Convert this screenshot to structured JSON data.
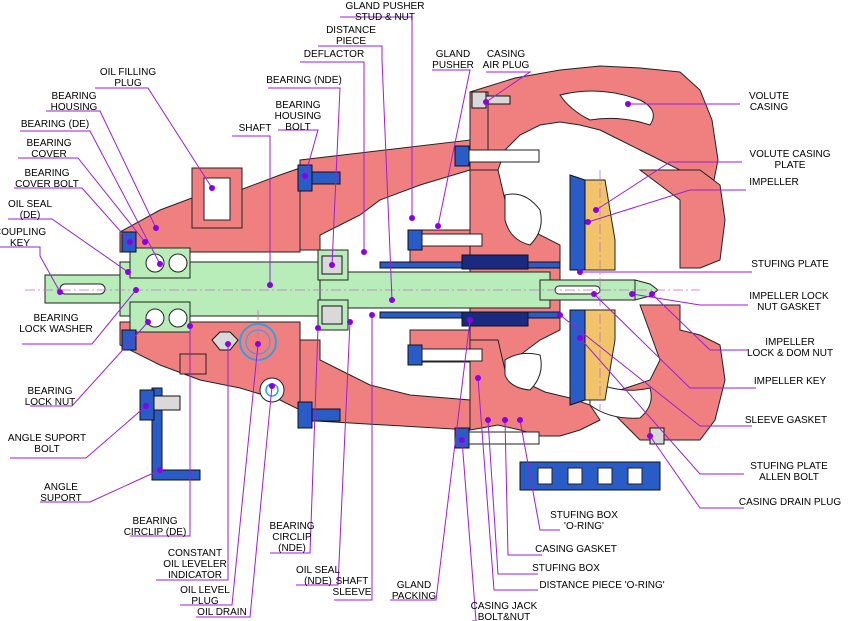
{
  "labels": [
    {
      "id": "gland-pusher-stud-nut",
      "lines": [
        "GLAND PUSHER",
        "STUD & NUT"
      ]
    },
    {
      "id": "distance-piece",
      "lines": [
        "DISTANCE",
        "PIECE"
      ]
    },
    {
      "id": "deflactor",
      "lines": [
        "DEFLACTOR"
      ]
    },
    {
      "id": "gland-pusher",
      "lines": [
        "GLAND",
        "PUSHER"
      ]
    },
    {
      "id": "casing-air-plug",
      "lines": [
        "CASING",
        "AIR PLUG"
      ]
    },
    {
      "id": "oil-filling-plug",
      "lines": [
        "OIL FILLING",
        "PLUG"
      ]
    },
    {
      "id": "bearing-nde",
      "lines": [
        "BEARING (NDE)"
      ]
    },
    {
      "id": "bearing-housing",
      "lines": [
        "BEARING",
        "HOUSING"
      ]
    },
    {
      "id": "bearing-housing-bolt",
      "lines": [
        "BEARING",
        "HOUSING",
        "BOLT"
      ]
    },
    {
      "id": "bearing-de",
      "lines": [
        "BEARING (DE)"
      ]
    },
    {
      "id": "shaft",
      "lines": [
        "SHAFT"
      ]
    },
    {
      "id": "bearing-cover",
      "lines": [
        "BEARING",
        "COVER"
      ]
    },
    {
      "id": "bearing-cover-bolt",
      "lines": [
        "BEARING",
        "COVER BOLT"
      ]
    },
    {
      "id": "oil-seal-de",
      "lines": [
        "OIL SEAL",
        "(DE)"
      ]
    },
    {
      "id": "coupling-key",
      "lines": [
        "COUPLING",
        "KEY"
      ]
    },
    {
      "id": "volute-casing",
      "lines": [
        "VOLUTE",
        "CASING"
      ]
    },
    {
      "id": "volute-casing-plate",
      "lines": [
        "VOLUTE CASING",
        "PLATE"
      ]
    },
    {
      "id": "impeller",
      "lines": [
        "IMPELLER"
      ]
    },
    {
      "id": "stufing-plate",
      "lines": [
        "STUFING PLATE"
      ]
    },
    {
      "id": "impeller-lock-nut-gasket",
      "lines": [
        "IMPELLER LOCK",
        "NUT GASKET"
      ]
    },
    {
      "id": "impeller-lock-dom-nut",
      "lines": [
        "IMPELLER",
        "LOCK & DOM NUT"
      ]
    },
    {
      "id": "impeller-key",
      "lines": [
        "IMPELLER KEY"
      ]
    },
    {
      "id": "sleeve-gasket",
      "lines": [
        "SLEEVE GASKET"
      ]
    },
    {
      "id": "stufing-plate-allen-bolt",
      "lines": [
        "STUFING PLATE",
        "ALLEN BOLT"
      ]
    },
    {
      "id": "casing-drain-plug",
      "lines": [
        "CASING DRAIN PLUG"
      ]
    },
    {
      "id": "bearing-lock-washer",
      "lines": [
        "BEARING",
        "LOCK WASHER"
      ]
    },
    {
      "id": "bearing-lock-nut",
      "lines": [
        "BEARING",
        "LOCK NUT"
      ]
    },
    {
      "id": "angle-suport-bolt",
      "lines": [
        "ANGLE SUPORT",
        "BOLT"
      ]
    },
    {
      "id": "angle-suport",
      "lines": [
        "ANGLE",
        "SUPORT"
      ]
    },
    {
      "id": "bearing-circlip-de",
      "lines": [
        "BEARING",
        "CIRCLIP (DE)"
      ]
    },
    {
      "id": "constant-oil-leveler-indicator",
      "lines": [
        "CONSTANT",
        "OIL LEVELER",
        "INDICATOR"
      ]
    },
    {
      "id": "oil-level-plug",
      "lines": [
        "OIL LEVEL",
        "PLUG"
      ]
    },
    {
      "id": "oil-drain",
      "lines": [
        "OIL DRAIN"
      ]
    },
    {
      "id": "bearing-circlip-nde",
      "lines": [
        "BEARING",
        "CIRCLIP",
        "(NDE)"
      ]
    },
    {
      "id": "oil-seal-nde",
      "lines": [
        "OIL SEAL",
        "(NDE)"
      ]
    },
    {
      "id": "shaft-sleeve",
      "lines": [
        "SHAFT",
        "SLEEVE"
      ]
    },
    {
      "id": "gland-packing",
      "lines": [
        "GLAND",
        "PACKING"
      ]
    },
    {
      "id": "casing-jack-bolt-nut",
      "lines": [
        "CASING JACK",
        "BOLT&NUT"
      ]
    },
    {
      "id": "stufing-box-o-ring",
      "lines": [
        "STUFING BOX",
        "'O-RING'"
      ]
    },
    {
      "id": "casing-gasket",
      "lines": [
        "CASING GASKET"
      ]
    },
    {
      "id": "stufing-box",
      "lines": [
        "STUFING BOX"
      ]
    },
    {
      "id": "distance-piece-o-ring",
      "lines": [
        "DISTANCE PIECE 'O-RING'"
      ]
    }
  ]
}
